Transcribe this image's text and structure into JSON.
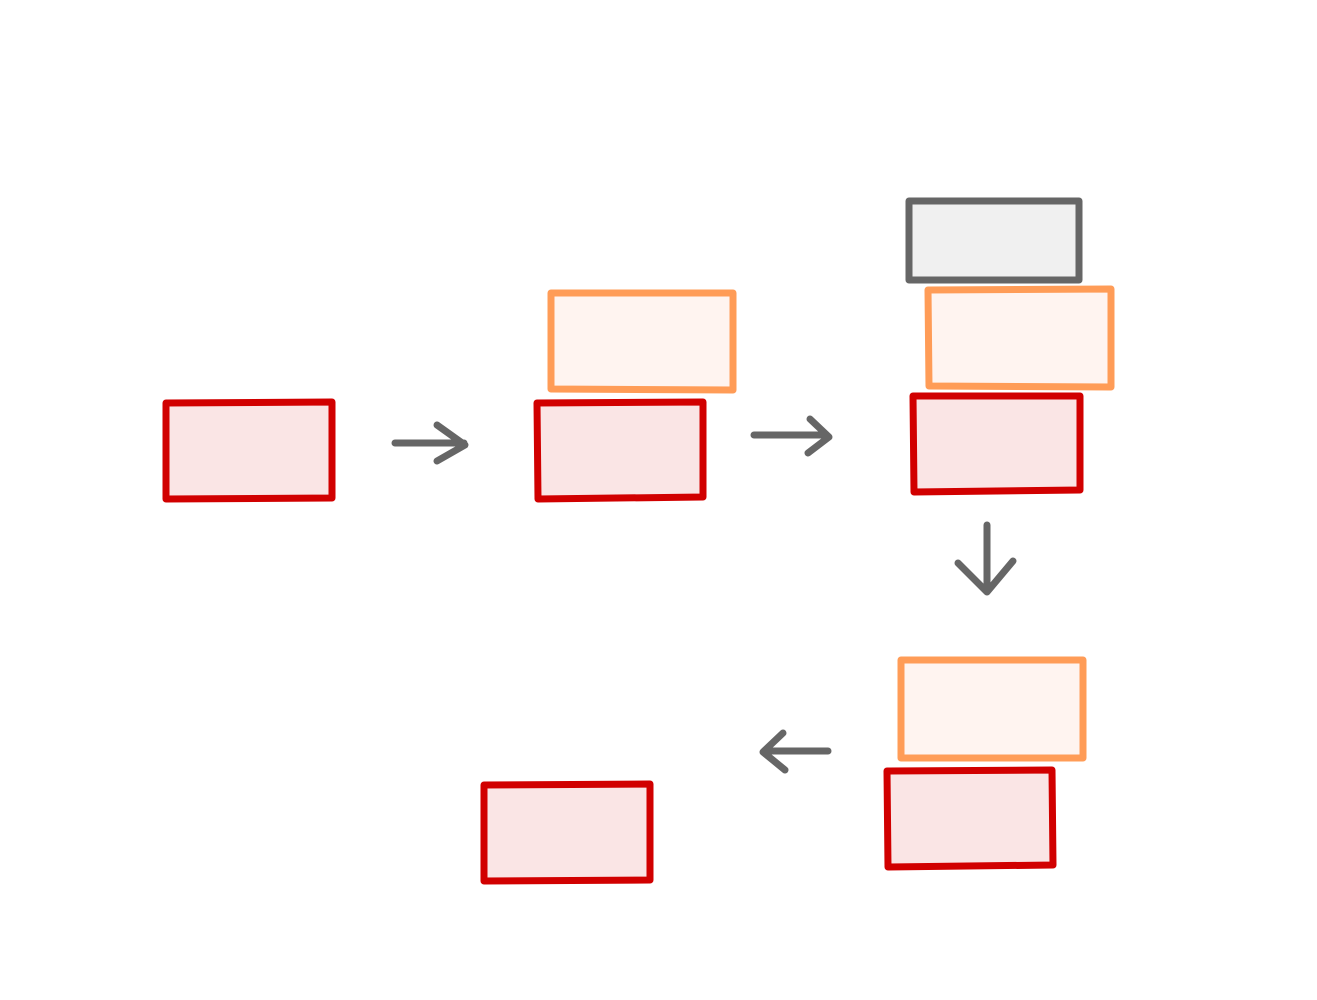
{
  "colors": {
    "background": "#ffffff",
    "red_stroke": "#d10000",
    "red_fill": "#fae5e5",
    "orange_stroke": "#ff9c57",
    "orange_fill": "#fff4f0",
    "gray_stroke": "#666666",
    "gray_fill": "#f0f0f0",
    "arrow": "#666666"
  },
  "diagram": {
    "stages": [
      {
        "id": "stage-1",
        "boxes": [
          "red"
        ]
      },
      {
        "id": "stage-2",
        "boxes": [
          "orange",
          "red"
        ]
      },
      {
        "id": "stage-3",
        "boxes": [
          "gray",
          "orange",
          "red"
        ]
      },
      {
        "id": "stage-4",
        "boxes": [
          "orange",
          "red"
        ]
      },
      {
        "id": "stage-5",
        "boxes": [
          "red"
        ]
      }
    ],
    "arrows": [
      {
        "from": "stage-1",
        "to": "stage-2",
        "direction": "right"
      },
      {
        "from": "stage-2",
        "to": "stage-3",
        "direction": "right"
      },
      {
        "from": "stage-3",
        "to": "stage-4",
        "direction": "down"
      },
      {
        "from": "stage-4",
        "to": "stage-5",
        "direction": "left"
      }
    ]
  }
}
